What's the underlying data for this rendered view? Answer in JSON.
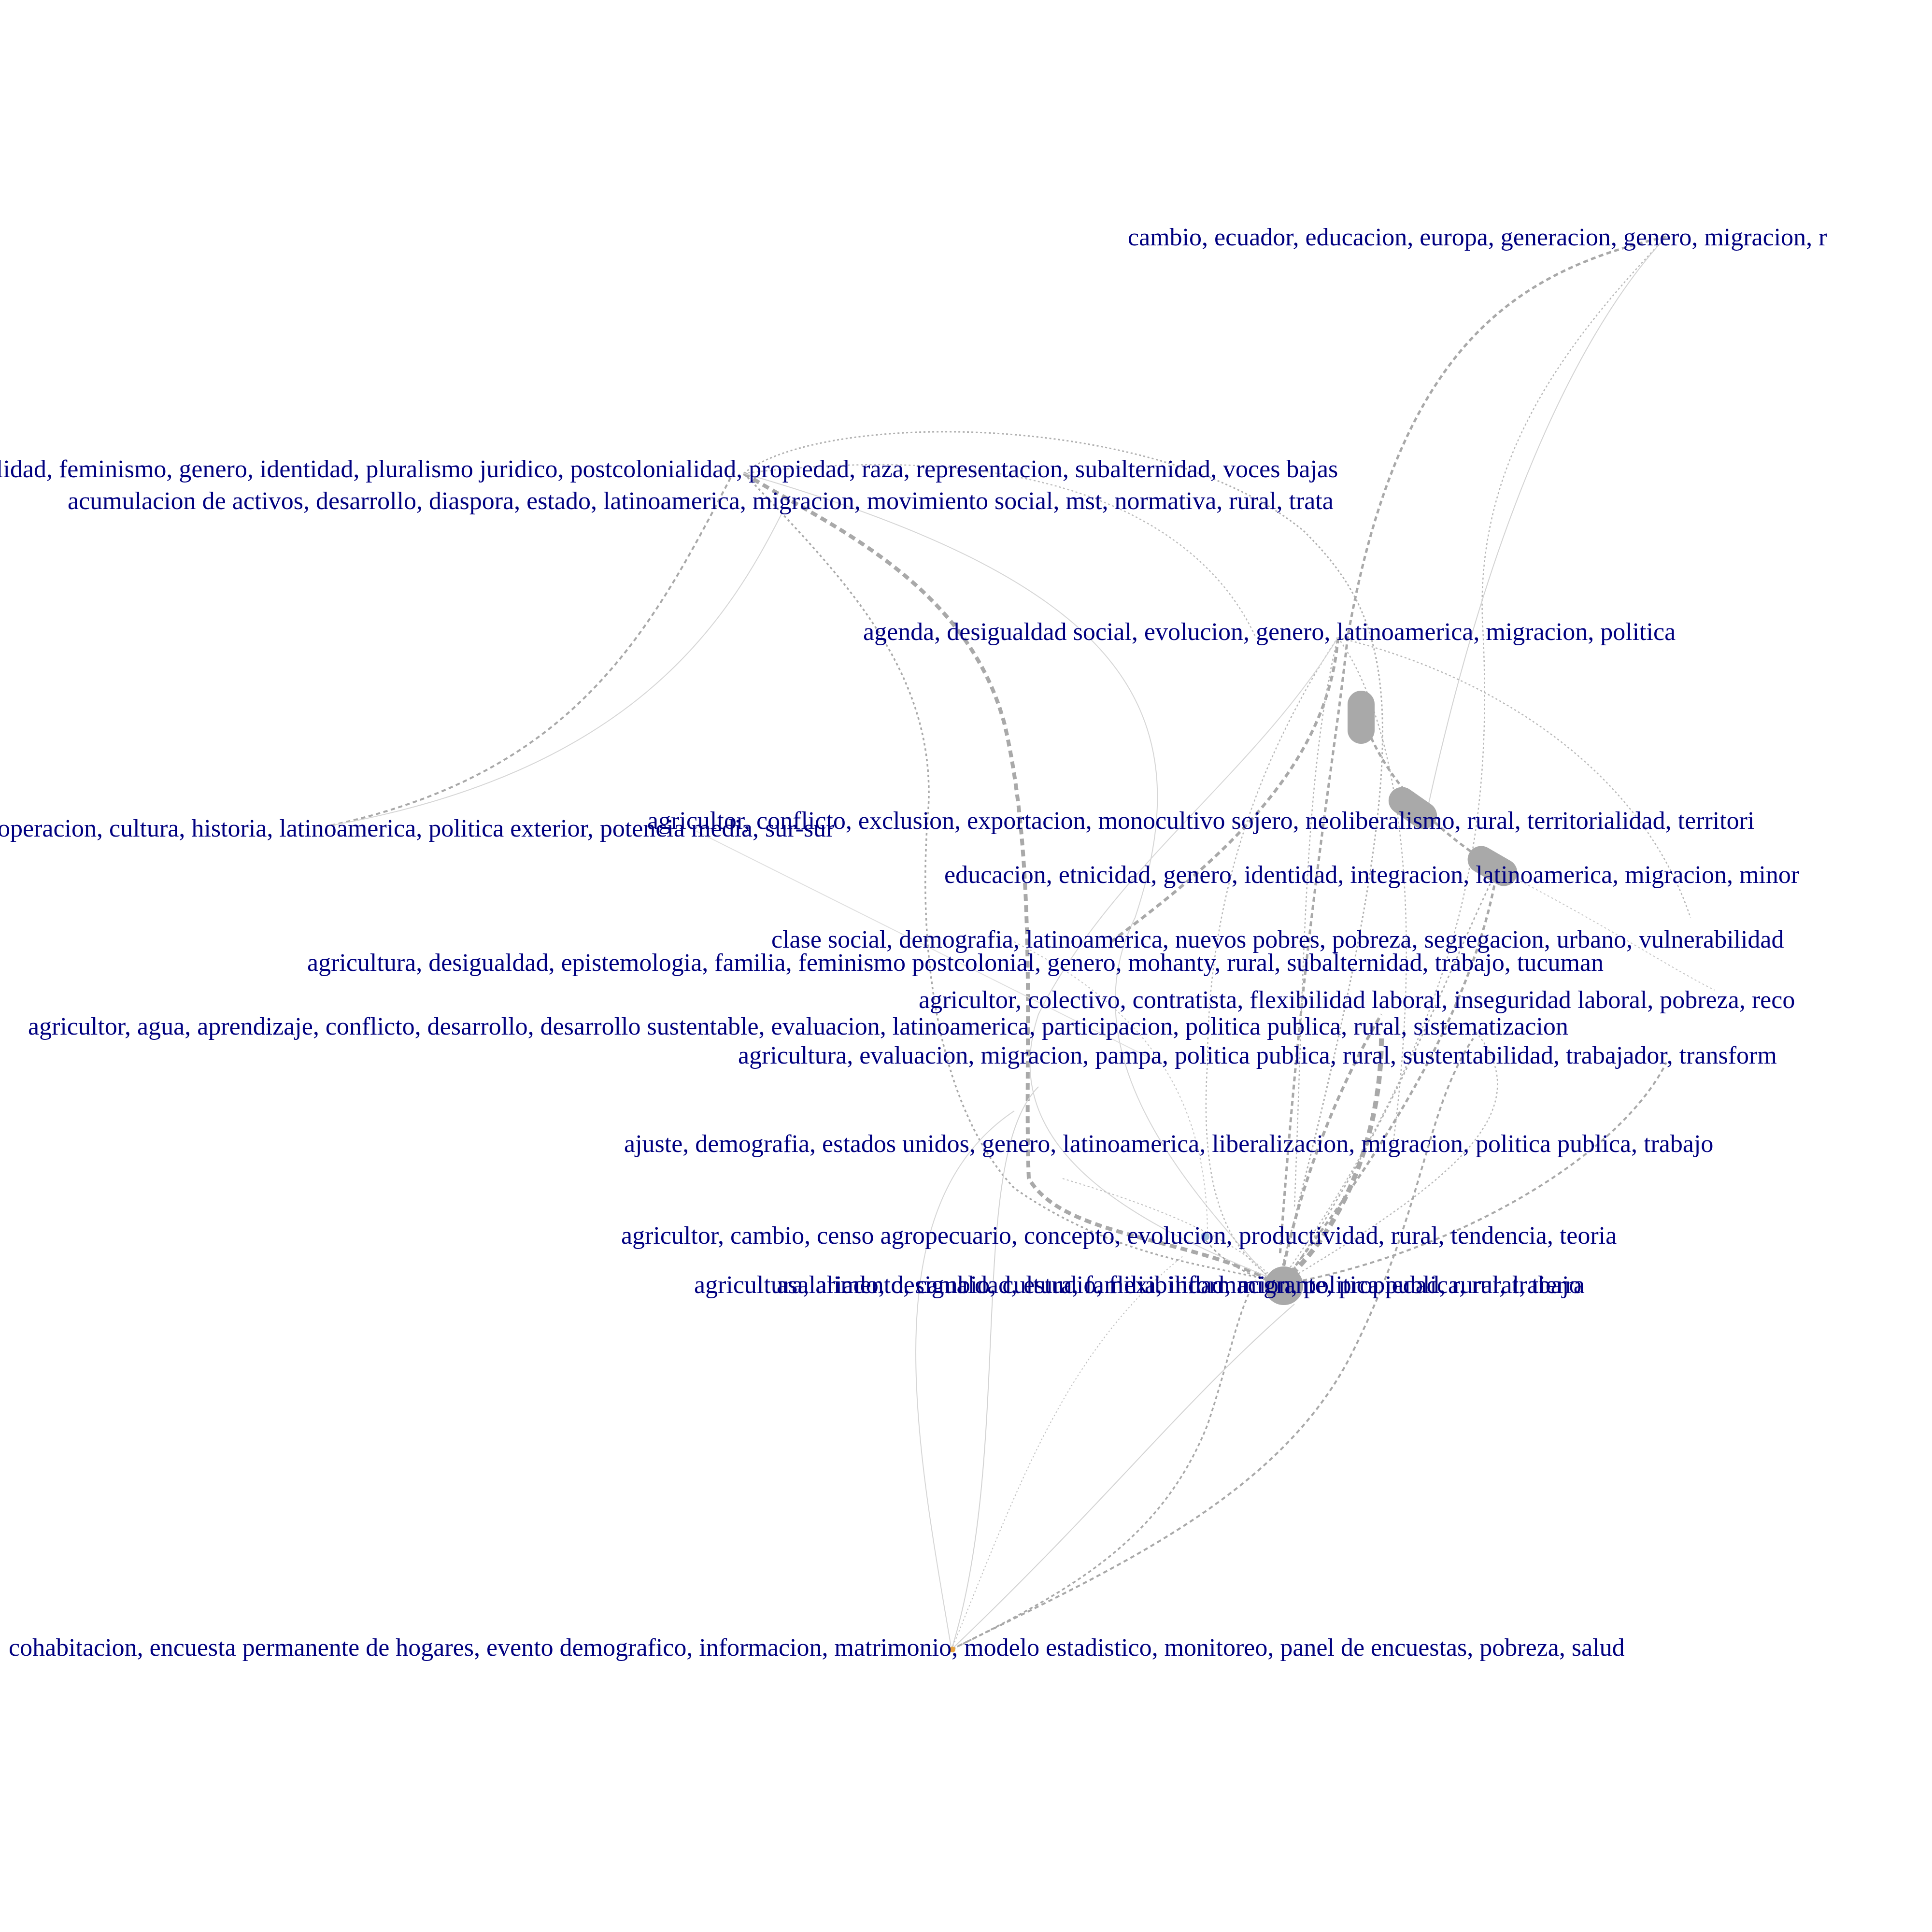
{
  "colors": {
    "label": "#000080",
    "edge": "#a9a9a9",
    "edge_light": "#d0d0d0",
    "node": "#a9a9a9",
    "node_small_blue": "#9bbbd9",
    "node_small_orange": "#e8a33b"
  },
  "nodes": [
    {
      "id": "n_cambio",
      "label": "cambio, ecuador, educacion, europa, generacion, genero, migracion, r"
    },
    {
      "id": "n_feminismo",
      "label": "lidad, feminismo, genero, identidad, pluralismo juridico, postcolonialidad, propiedad, raza, representacion, subalternidad, voces bajas"
    },
    {
      "id": "n_acumulacion",
      "label": "acumulacion de activos, desarrollo, diaspora, estado, latinoamerica, migracion, movimiento social, mst, normativa, rural, trata"
    },
    {
      "id": "n_agenda",
      "label": "agenda, desigualdad social, evolucion, genero, latinoamerica, migracion, politica"
    },
    {
      "id": "n_cooperacion",
      "label": "operacion, cultura, historia, latinoamerica, politica exterior, potencia media, sur-sur"
    },
    {
      "id": "n_agricultor_conflicto",
      "label": "agricultor, conflicto, exclusion, exportacion, monocultivo sojero, neoliberalismo, rural, territorialidad, territori"
    },
    {
      "id": "n_educacion",
      "label": "educacion, etnicidad, genero, identidad, integracion, latinoamerica, migracion, minor"
    },
    {
      "id": "n_clase",
      "label": "clase social, demografia, latinoamerica, nuevos pobres, pobreza, segregacion, urbano, vulnerabilidad"
    },
    {
      "id": "n_agricultura_desigualdad",
      "label": "agricultura, desigualdad, epistemologia, familia, feminismo postcolonial, genero, mohanty, rural, subalternidad, trabajo, tucuman"
    },
    {
      "id": "n_agricultor_colectivo",
      "label": "agricultor, colectivo, contratista, flexibilidad laboral, inseguridad laboral, pobreza, reco"
    },
    {
      "id": "n_agricultor_agua",
      "label": "agricultor, agua, aprendizaje, conflicto, desarrollo, desarrollo sustentable, evaluacion, latinoamerica, participacion, politica publica, rural, sistematizacion"
    },
    {
      "id": "n_agricultura_evaluacion",
      "label": "agricultura, evaluacion, migracion, pampa, politica publica, rural, sustentabilidad, trabajador, transform"
    },
    {
      "id": "n_ajuste",
      "label": "ajuste, demografia, estados unidos, genero, latinoamerica, liberalizacion, migracion, politica publica, trabajo"
    },
    {
      "id": "n_agricultor_cambio",
      "label": "agricultor, cambio, censo agropecuario, concepto, evolucion, productividad, rural, tendencia, teoria"
    },
    {
      "id": "n_agricultura_alimento",
      "label": "agricultura, alimento, cambio, cultura, familia, informacion, politica publica, rural, tierra"
    },
    {
      "id": "n_asalariado",
      "label": "asalariado, desigualdad, estudio, flexibilidad, migrante, propiedad, rural, trabajo"
    },
    {
      "id": "n_cohabitacion",
      "label": "cohabitacion, encuesta permanente de hogares, evento demografico, informacion, matrimonio, modelo estadistico, monitoreo, panel de encuestas, pobreza, salud"
    }
  ]
}
